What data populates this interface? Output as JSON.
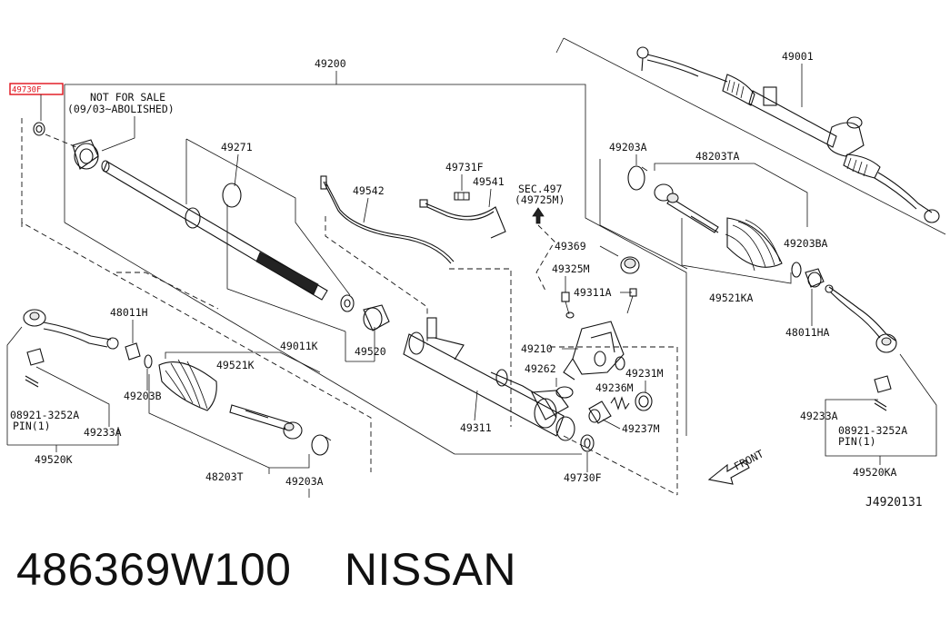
{
  "highlight_label": "49730F",
  "notes": {
    "not_for_sale": "NOT FOR SALE",
    "abolished": "(09/03~ABOLISHED)",
    "sec_ref": "SEC.497",
    "sec_sub": "(49725M)"
  },
  "parts": {
    "p49200": "49200",
    "p49001": "49001",
    "p49271": "49271",
    "p49731F": "49731F",
    "p49541": "49541",
    "p49542": "49542",
    "p49203A_r": "49203A",
    "p48203TA": "48203TA",
    "p49369": "49369",
    "p49325M": "49325M",
    "p49311A": "49311A",
    "p49203BA": "49203BA",
    "p49521KA": "49521KA",
    "p48011HA": "48011HA",
    "p48011H": "48011H",
    "p49011K": "49011K",
    "p49520": "49520",
    "p49210": "49210",
    "p49262": "49262",
    "p49231M": "49231M",
    "p49236M": "49236M",
    "p49237M": "49237M",
    "p49311": "49311",
    "p49521K": "49521K",
    "p49203B": "49203B",
    "p08921_l": "08921-3252A",
    "pin_l": "PIN(1)",
    "p49233A_l": "49233A",
    "p49520K": "49520K",
    "p48203T": "48203T",
    "p49203A_l": "49203A",
    "p49730F": "49730F",
    "p49233A_r": "49233A",
    "p08921_r": "08921-3252A",
    "pin_r": "PIN(1)",
    "p49520KA": "49520KA"
  },
  "front_label": "FRONT",
  "diagram_code": "J4920131",
  "caption": {
    "part_number": "486369W100",
    "brand": "NISSAN"
  }
}
